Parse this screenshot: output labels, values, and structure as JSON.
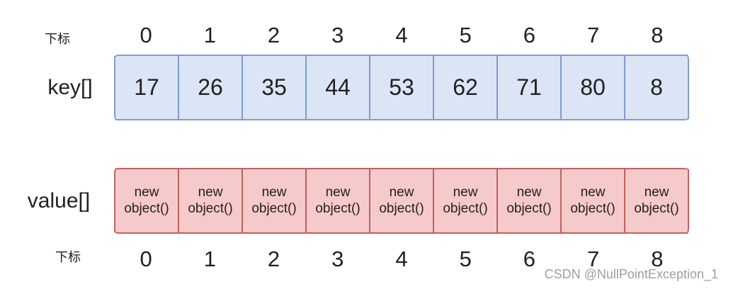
{
  "labels": {
    "index_top": "下标",
    "index_bottom": "下标",
    "key_array": "key[]",
    "value_array": "value[]"
  },
  "indices_top": [
    "0",
    "1",
    "2",
    "3",
    "4",
    "5",
    "6",
    "7",
    "8"
  ],
  "indices_bottom": [
    "0",
    "1",
    "2",
    "3",
    "4",
    "5",
    "6",
    "7",
    "8"
  ],
  "key_cells": [
    "17",
    "26",
    "35",
    "44",
    "53",
    "62",
    "71",
    "80",
    "8"
  ],
  "value_cells": [
    "new object()",
    "new object()",
    "new object()",
    "new object()",
    "new object()",
    "new object()",
    "new object()",
    "new object()",
    "new object()"
  ],
  "watermark": "CSDN @NullPointException_1",
  "colors": {
    "bg": "#ffffff",
    "text": "#212121",
    "key_fill": "#dbe5f6",
    "key_border": "#7f9cd0",
    "val_fill": "#f6caca",
    "val_border": "#bf625f",
    "watermark": "#9e9e9e"
  }
}
